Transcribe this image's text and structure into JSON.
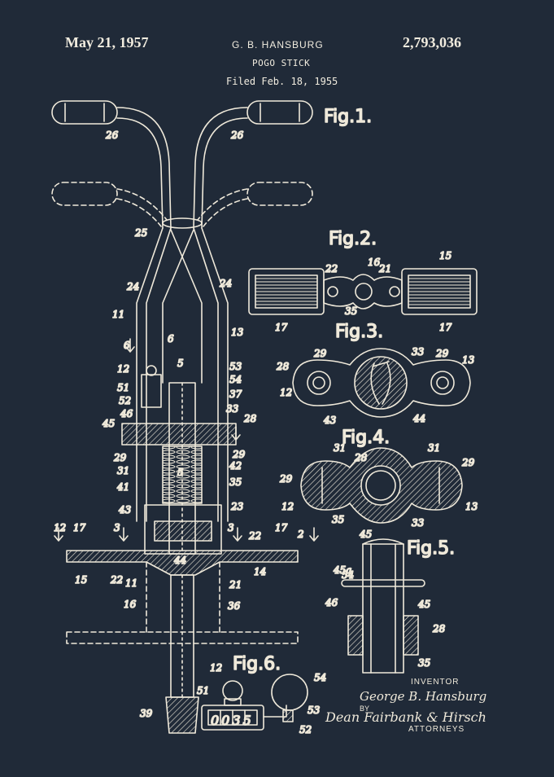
{
  "header": {
    "date": "May 21, 1957",
    "inventor": "G. B. HANSBURG",
    "title": "POGO STICK",
    "filed": "Filed Feb. 18, 1955",
    "patent_number": "2,793,036"
  },
  "figures": {
    "fig1": "Fig.1.",
    "fig2": "Fig.2.",
    "fig3": "Fig.3.",
    "fig4": "Fig.4.",
    "fig5": "Fig.5.",
    "fig6": "Fig.6."
  },
  "counter": "0035",
  "signature": {
    "inventor_label": "INVENTOR",
    "inventor_name": "George B. Hansburg",
    "by": "BY",
    "attorneys_signature": "Dean Fairbank & Hirsch",
    "attorneys_label": "ATTORNEYS"
  },
  "colors": {
    "background": "#202a38",
    "ink": "#efe9da"
  },
  "reference_numerals": [
    "26",
    "26",
    "25",
    "24",
    "24",
    "11",
    "13",
    "6",
    "6",
    "12",
    "5",
    "53",
    "54",
    "51",
    "37",
    "52",
    "46",
    "33",
    "45",
    "28",
    "29",
    "42",
    "31",
    "41",
    "35",
    "5",
    "29",
    "43",
    "23",
    "3",
    "3",
    "12",
    "17",
    "22",
    "17",
    "2",
    "15",
    "22",
    "44",
    "21",
    "14",
    "11",
    "16",
    "36",
    "39",
    "22",
    "16",
    "21",
    "15",
    "17",
    "35",
    "17",
    "28",
    "29",
    "33",
    "29",
    "13",
    "12",
    "43",
    "44",
    "31",
    "28",
    "31",
    "29",
    "29",
    "12",
    "35",
    "45",
    "33",
    "13",
    "54",
    "45a",
    "46",
    "45",
    "28",
    "35",
    "12",
    "51",
    "54",
    "53",
    "52"
  ]
}
